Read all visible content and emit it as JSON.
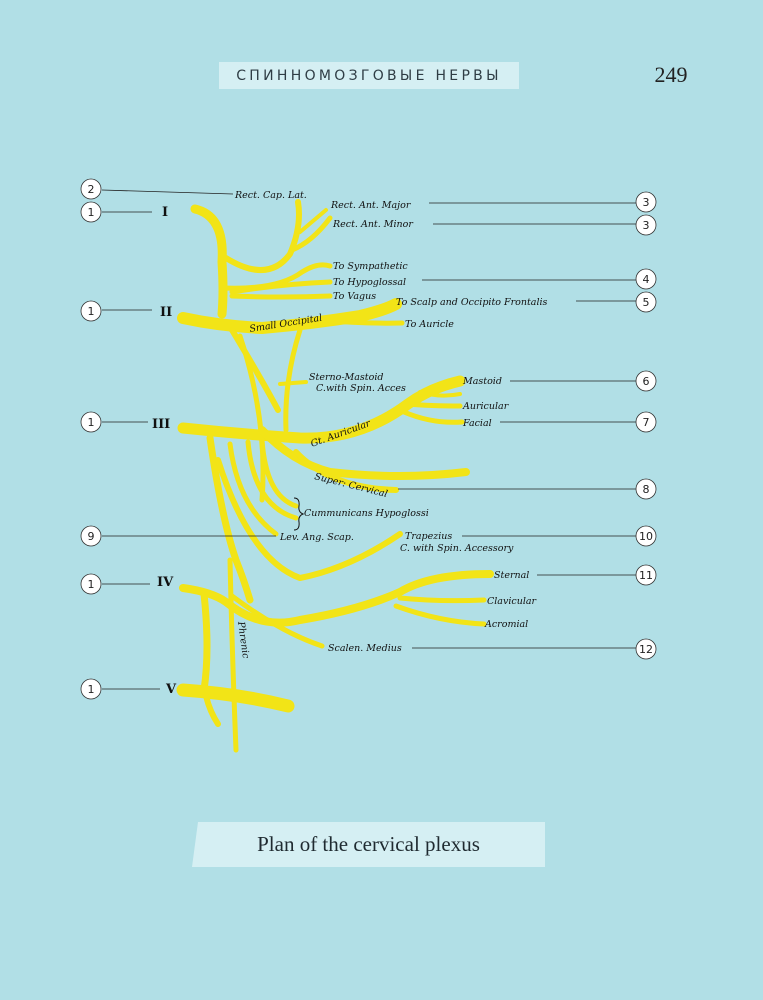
{
  "header": {
    "title": "СПИННОМОЗГОВЫЕ НЕРВЫ",
    "page_number": "249"
  },
  "caption": "Plan of the cervical plexus",
  "roots": {
    "r1": "I",
    "r2": "II",
    "r3": "III",
    "r4": "IV",
    "r5": "V"
  },
  "labels": {
    "rect_cap_lat": "Rect. Cap. Lat.",
    "rect_ant_major": "Rect. Ant. Major",
    "rect_ant_minor": "Rect. Ant. Minor",
    "to_sympathetic": "To Sympathetic",
    "to_hypoglossal": "To Hypoglossal",
    "to_vagus": "To Vagus",
    "to_scalp": "To Scalp and Occipito Frontalis",
    "small_occipital": "Small Occipital",
    "to_auricle": "To Auricle",
    "sterno_mastoid": "Sterno-Mastoid",
    "c_with_spin_acces": "C.with Spin. Acces",
    "mastoid": "Mastoid",
    "auricular": "Auricular",
    "facial": "Facial",
    "gt_auricular": "Gt. Auricular",
    "super_cervical": "Super: Cervical",
    "communicans_hypoglossi": "Cummunicans Hypoglossi",
    "lev_ang_scap": "Lev. Ang. Scap.",
    "trapezius": "Trapezius",
    "c_with_spin_accessory": "C. with Spin. Accessory",
    "sternal": "Sternal",
    "clavicular": "Clavicular",
    "acromial": "Acromial",
    "scalen_medius": "Scalen. Medius",
    "phrenic": "Phrenic"
  },
  "callouts": {
    "c1": "1",
    "c2": "2",
    "c3a": "3",
    "c3b": "3",
    "c4": "4",
    "c5": "5",
    "c6": "6",
    "c7": "7",
    "c8": "8",
    "c9": "9",
    "c10": "10",
    "c11": "11",
    "c12": "12"
  },
  "colors": {
    "background": "#b1dfe6",
    "nerve": "#f2e417",
    "tab": "#d5eff3"
  }
}
